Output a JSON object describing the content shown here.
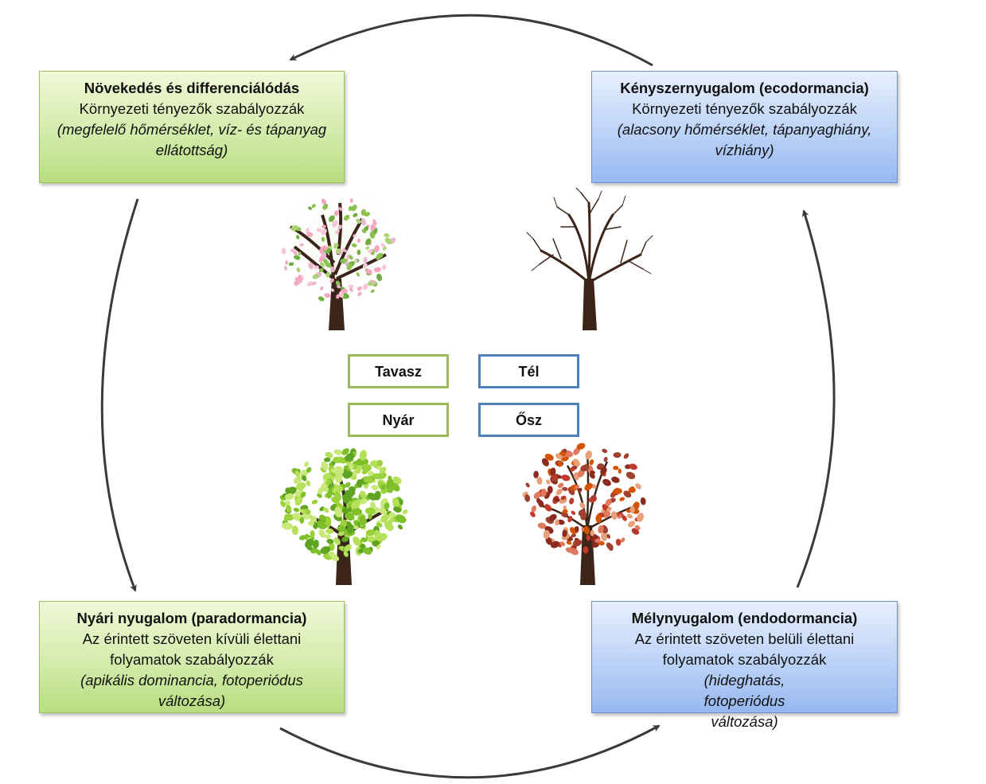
{
  "phases": {
    "growth": {
      "title": "Növekedés és differenciálódás",
      "desc": "Környezeti tényezők szabályozzák",
      "note": "(megfelelő hőmérséklet, víz- és tápanyag ellátottság)"
    },
    "ecodormancy": {
      "title": "Kényszernyugalom (ecodormancia)",
      "desc": "Környezeti tényezők szabályozzák",
      "note": "(alacsony hőmérséklet, tápanyaghiány, vízhiány)"
    },
    "paradormancy": {
      "title": "Nyári nyugalom (paradormancia)",
      "desc": "Az érintett szöveten kívüli élettani folyamatok szabályozzák",
      "note": "(apikális dominancia, fotoperiódus változása)"
    },
    "endodormancy": {
      "title": "Mélynyugalom (endodormancia)",
      "desc": "Az érintett szöveten belüli élettani folyamatok szabályozzák",
      "note": "(hideghatás, fotoperiódus változása)"
    }
  },
  "seasons": {
    "spring": "Tavasz",
    "winter": "Tél",
    "summer": "Nyár",
    "autumn": "Ősz"
  },
  "colors": {
    "green_border": "#9bbb59",
    "blue_border": "#4f81bd",
    "arrow": "#3a3a3a",
    "trunk": "#3b2418"
  },
  "icons": [
    "spring-tree-icon",
    "winter-tree-icon",
    "summer-tree-icon",
    "autumn-tree-icon",
    "cycle-arrow-icon"
  ]
}
